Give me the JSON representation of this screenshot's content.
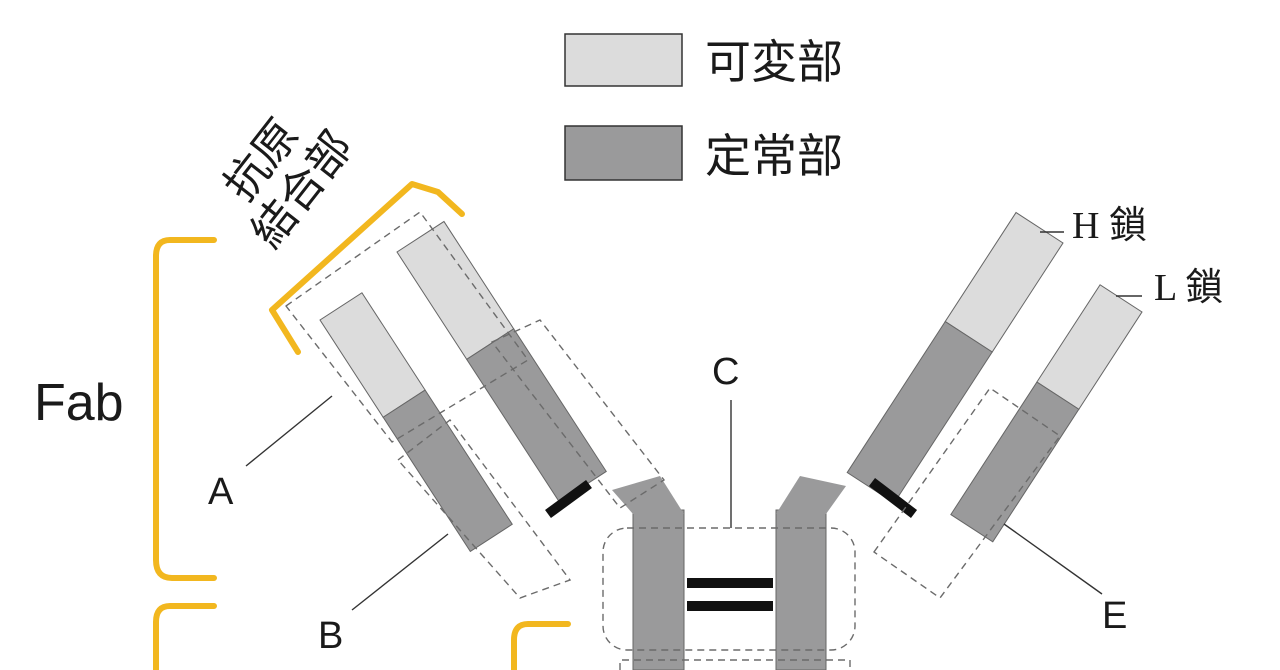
{
  "legend": {
    "variable_label": "可変部",
    "constant_label": "定常部"
  },
  "labels": {
    "antigen_binding_line1": "抗原",
    "antigen_binding_line2": "結合部",
    "fab": "Fab",
    "a": "A",
    "b": "B",
    "c": "C",
    "e": "E",
    "heavy_chain": "H 鎖",
    "light_chain": "L 鎖"
  },
  "colors": {
    "variable_region": "#dcdcdc",
    "constant_region": "#9a9a9b",
    "bracket": "#f2b71f",
    "bond": "#111111"
  }
}
